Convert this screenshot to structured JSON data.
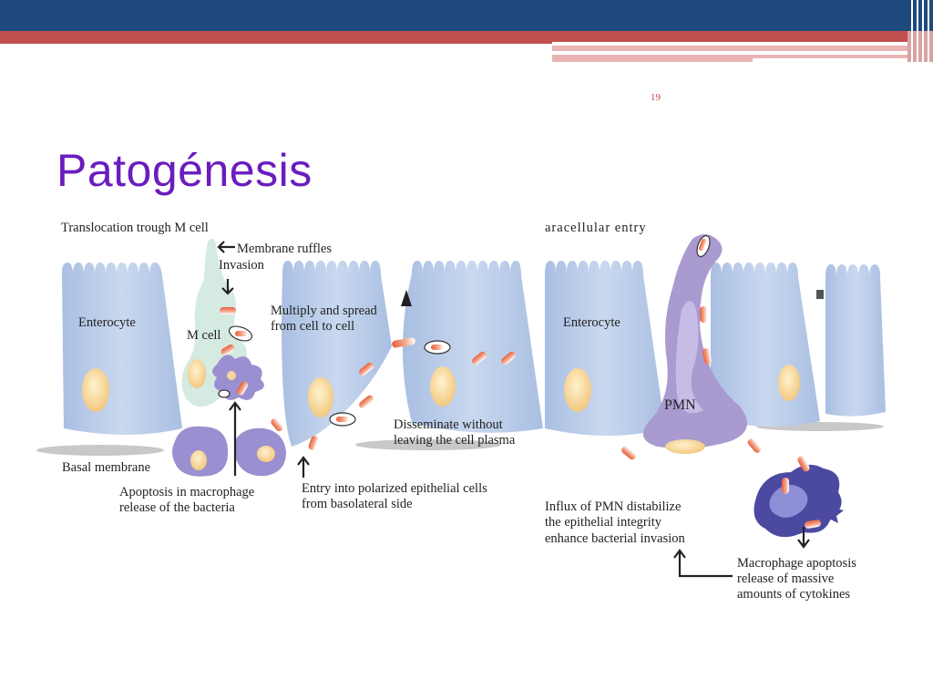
{
  "slide": {
    "number": "19",
    "title": "Patogénesis"
  },
  "colors": {
    "header": "#1f497d",
    "accent": "#c0504d",
    "title": "#6a1cbf",
    "cell": "#b9cce8",
    "mcell": "#d5eae0",
    "nucleus": "#f6d59a",
    "macrophage": "#9a8fd0",
    "pmn": "#a99ad0",
    "bacteria": "#e8603c"
  },
  "labels": {
    "translocation": "Translocation trough M cell",
    "membrane": "Membrane ruffles",
    "invasion": "Invasion",
    "multiply_1": "Multiply and spread",
    "multiply_2": "from cell to cell",
    "enterocyte_left": "Enterocyte",
    "m_cell": "M cell",
    "disseminate_1": "Disseminate without",
    "disseminate_2": "leaving the cell plasma",
    "basal": "Basal membrane",
    "apoptosis_1": "Apoptosis in macrophage",
    "apoptosis_2": "release of the bacteria",
    "entry_1": "Entry into polarized epithelial cells",
    "entry_2": "from basolateral side",
    "paracellular": "aracellular entry",
    "enterocyte_right": "Enterocyte",
    "pmn": "PMN",
    "influx_1": "Influx of PMN distabilize",
    "influx_2": "the epithelial integrity",
    "influx_3": "enhance bacterial invasion",
    "macro_1": "Macrophage apoptosis",
    "macro_2": "release of massive",
    "macro_3": "amounts of cytokines"
  }
}
